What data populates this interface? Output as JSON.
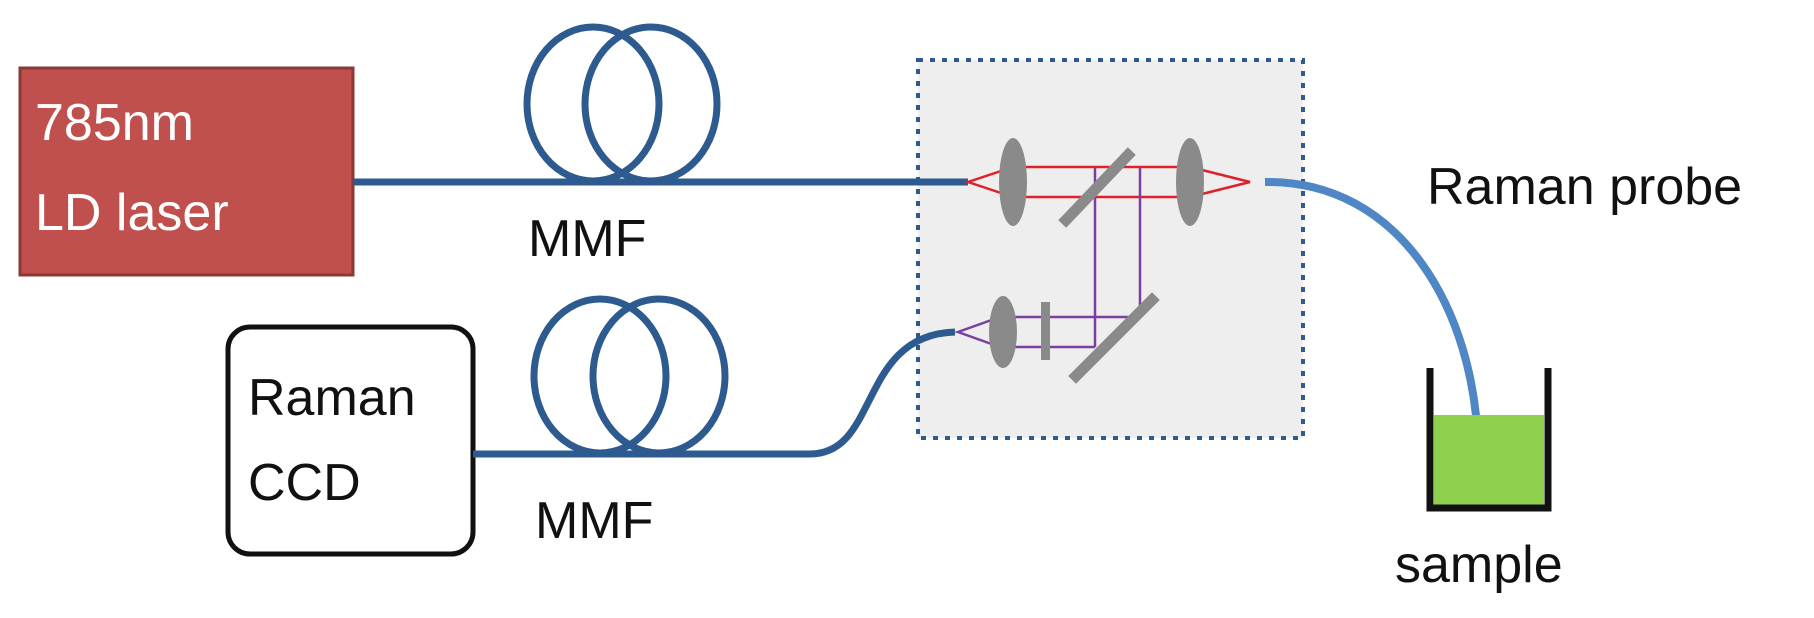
{
  "laser": {
    "line1": "785nm",
    "line2": "LD laser",
    "color": "#c0504d",
    "border_color": "#8c3836"
  },
  "detector": {
    "line1": "Raman",
    "line2": "CCD"
  },
  "fibers": {
    "top_label": "MMF",
    "bottom_label": "MMF",
    "color": "#2e5b8f"
  },
  "probe": {
    "label": "Raman probe",
    "color": "#4f87c6"
  },
  "sample": {
    "label": "sample",
    "liquid_color": "#8fd14f"
  },
  "optics": {
    "excitation_color": "#e0202a",
    "collection_color": "#7a3fa0",
    "element_color": "#8a8a8a",
    "box_fill": "#eeeeee",
    "box_border": "#2e5b8f"
  }
}
